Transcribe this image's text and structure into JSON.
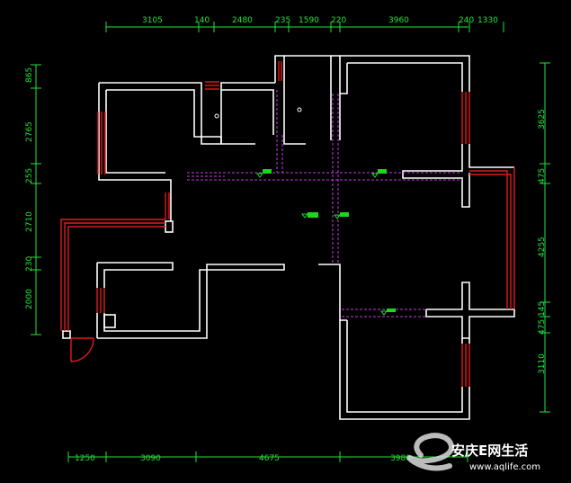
{
  "dimensions": {
    "top": [
      "3105",
      "140",
      "2480",
      "235",
      "1590",
      "220",
      "3960",
      "240",
      "1330"
    ],
    "bottom": [
      "1250",
      "3090",
      "4675",
      "3980"
    ],
    "left": [
      "865",
      "2765",
      "255",
      "2710",
      "230",
      "2000"
    ],
    "right": [
      "3625",
      "475",
      "4255",
      "145",
      "475",
      "3110"
    ]
  },
  "watermark": {
    "brand": "安庆E网生活",
    "url": "www.aqlife.com"
  }
}
